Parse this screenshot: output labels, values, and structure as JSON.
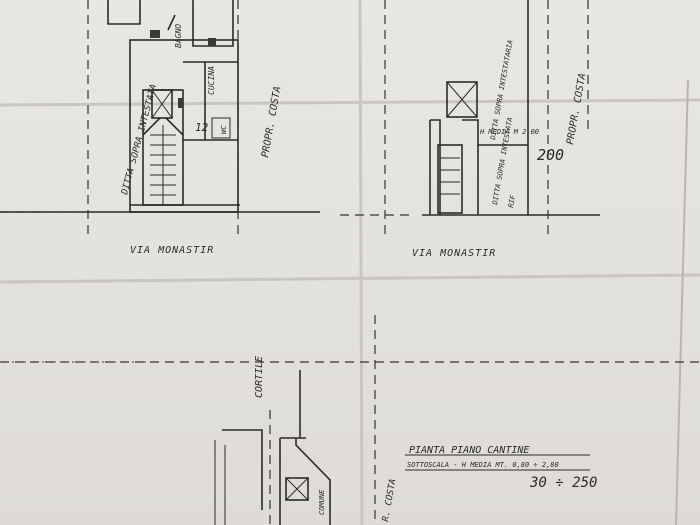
{
  "labels": {
    "bagno": "BAGNO",
    "cucina": "CUCINA",
    "wc": "WC",
    "room_number": "12",
    "ditta_left": "DITTA SOPRA INTESTATA",
    "propr_costa_left": "PROPR. COSTA",
    "via_monastir_left": "VIA MONASTIR",
    "via_monastir_right": "VIA MONASTIR",
    "ditta_right": "DITTA SOPRA INTESTATARIA",
    "propr_costa_right": "PROPR. COSTA",
    "scale_200": "200",
    "cortile": "CORTILE",
    "comune": "COMUNE",
    "costa_bottom": "R. COSTA",
    "ditta_small": "DITTA SOPRA INTESTATA",
    "rif": "RIF",
    "misura_small": "H MEDIA M 2,00",
    "pianta_title": "PIANTA PIANO CANTINE",
    "sottoscala": "SOTTOSCALA - H MEDIA MT. 0,80 ÷ 2,80",
    "scale_ratio": "30 ÷ 250"
  }
}
